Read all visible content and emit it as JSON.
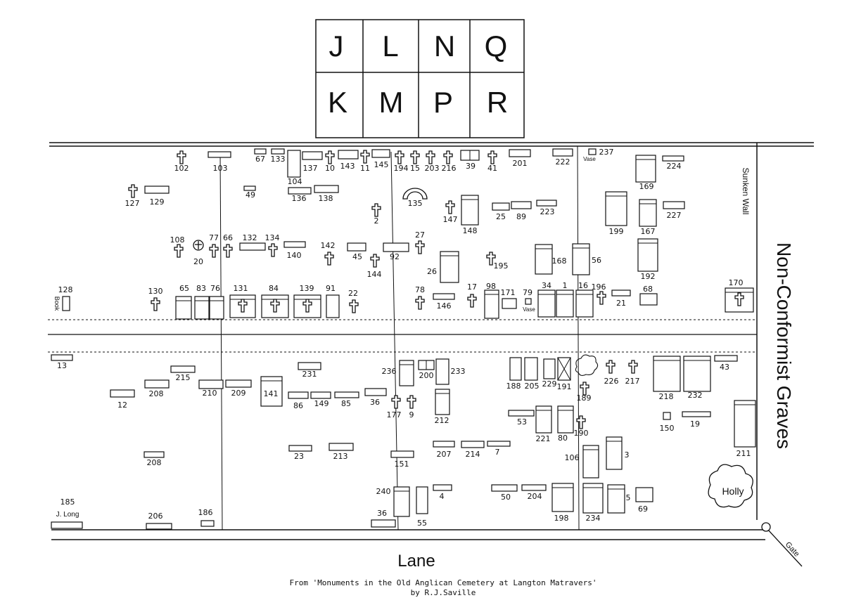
{
  "key_grid": [
    "J",
    "L",
    "N",
    "Q",
    "K",
    "M",
    "P",
    "R"
  ],
  "labels": {
    "non_conformist": "Non-Conformist Graves",
    "sunken_wall": "Sunken Wall",
    "lane": "Lane",
    "gate": "Gate",
    "holly": "Holly",
    "book": "Book",
    "vase": "Vase",
    "j_long": "J. Long"
  },
  "caption": {
    "line1": "From 'Monuments in the Old Anglican Cemetery at Langton Matravers'",
    "line2": "by R.J.Saville"
  },
  "graves": [
    {
      "n": "102",
      "k": "c"
    },
    {
      "n": "103",
      "k": "r"
    },
    {
      "n": "67",
      "k": "r"
    },
    {
      "n": "133",
      "k": "r"
    },
    {
      "n": "104",
      "k": "r"
    },
    {
      "n": "137",
      "k": "r"
    },
    {
      "n": "10",
      "k": "c"
    },
    {
      "n": "143",
      "k": "r"
    },
    {
      "n": "11",
      "k": "c"
    },
    {
      "n": "145",
      "k": "r"
    },
    {
      "n": "194",
      "k": "c"
    },
    {
      "n": "15",
      "k": "c"
    },
    {
      "n": "203",
      "k": "c"
    },
    {
      "n": "216",
      "k": "c"
    },
    {
      "n": "39",
      "k": "r"
    },
    {
      "n": "41",
      "k": "c"
    },
    {
      "n": "201",
      "k": "r"
    },
    {
      "n": "222",
      "k": "r"
    },
    {
      "n": "237",
      "k": "r"
    },
    {
      "n": "224",
      "k": "r"
    },
    {
      "n": "127",
      "k": "c"
    },
    {
      "n": "129",
      "k": "r"
    },
    {
      "n": "49",
      "k": "r"
    },
    {
      "n": "136",
      "k": "r"
    },
    {
      "n": "138",
      "k": "r"
    },
    {
      "n": "2",
      "k": "c"
    },
    {
      "n": "135",
      "k": "a"
    },
    {
      "n": "147",
      "k": "c"
    },
    {
      "n": "148",
      "k": "r"
    },
    {
      "n": "25",
      "k": "r"
    },
    {
      "n": "89",
      "k": "r"
    },
    {
      "n": "223",
      "k": "r"
    },
    {
      "n": "169",
      "k": "r"
    },
    {
      "n": "199",
      "k": "r"
    },
    {
      "n": "167",
      "k": "r"
    },
    {
      "n": "227",
      "k": "r"
    },
    {
      "n": "108",
      "k": "c"
    },
    {
      "n": "20",
      "k": "o"
    },
    {
      "n": "77",
      "k": "c"
    },
    {
      "n": "66",
      "k": "c"
    },
    {
      "n": "132",
      "k": "r"
    },
    {
      "n": "134",
      "k": "c"
    },
    {
      "n": "140",
      "k": "r"
    },
    {
      "n": "142",
      "k": "c"
    },
    {
      "n": "45",
      "k": "r"
    },
    {
      "n": "144",
      "k": "c"
    },
    {
      "n": "92",
      "k": "r"
    },
    {
      "n": "27",
      "k": "c"
    },
    {
      "n": "26",
      "k": "r"
    },
    {
      "n": "195",
      "k": "c"
    },
    {
      "n": "168",
      "k": "r"
    },
    {
      "n": "56",
      "k": "r"
    },
    {
      "n": "192",
      "k": "r"
    },
    {
      "n": "128",
      "k": "r"
    },
    {
      "n": "130",
      "k": "c"
    },
    {
      "n": "65",
      "k": "r"
    },
    {
      "n": "83",
      "k": "r"
    },
    {
      "n": "76",
      "k": "r"
    },
    {
      "n": "131",
      "k": "r"
    },
    {
      "n": "84",
      "k": "r"
    },
    {
      "n": "139",
      "k": "r"
    },
    {
      "n": "91",
      "k": "r"
    },
    {
      "n": "22",
      "k": "c"
    },
    {
      "n": "78",
      "k": "c"
    },
    {
      "n": "146",
      "k": "r"
    },
    {
      "n": "17",
      "k": "c"
    },
    {
      "n": "98",
      "k": "r"
    },
    {
      "n": "171",
      "k": "r"
    },
    {
      "n": "79",
      "k": "r"
    },
    {
      "n": "34",
      "k": "r"
    },
    {
      "n": "1",
      "k": "r"
    },
    {
      "n": "16",
      "k": "r"
    },
    {
      "n": "196",
      "k": "c"
    },
    {
      "n": "21",
      "k": "r"
    },
    {
      "n": "68",
      "k": "r"
    },
    {
      "n": "170",
      "k": "r"
    },
    {
      "n": "13",
      "k": "r"
    },
    {
      "n": "231",
      "k": "r"
    },
    {
      "n": "215",
      "k": "r"
    },
    {
      "n": "12",
      "k": "r"
    },
    {
      "n": "208",
      "k": "r"
    },
    {
      "n": "210",
      "k": "r"
    },
    {
      "n": "209",
      "k": "r"
    },
    {
      "n": "141",
      "k": "r"
    },
    {
      "n": "86",
      "k": "r"
    },
    {
      "n": "149",
      "k": "r"
    },
    {
      "n": "85",
      "k": "r"
    },
    {
      "n": "36",
      "k": "r"
    },
    {
      "n": "236",
      "k": "r"
    },
    {
      "n": "200",
      "k": "r"
    },
    {
      "n": "233",
      "k": "r"
    },
    {
      "n": "177",
      "k": "c"
    },
    {
      "n": "9",
      "k": "c"
    },
    {
      "n": "212",
      "k": "r"
    },
    {
      "n": "188",
      "k": "r"
    },
    {
      "n": "205",
      "k": "r"
    },
    {
      "n": "229",
      "k": "r"
    },
    {
      "n": "191",
      "k": "r"
    },
    {
      "n": "189",
      "k": "c"
    },
    {
      "n": "226",
      "k": "c"
    },
    {
      "n": "217",
      "k": "c"
    },
    {
      "n": "218",
      "k": "r"
    },
    {
      "n": "232",
      "k": "r"
    },
    {
      "n": "43",
      "k": "r"
    },
    {
      "n": "53",
      "k": "r"
    },
    {
      "n": "221",
      "k": "r"
    },
    {
      "n": "80",
      "k": "r"
    },
    {
      "n": "190",
      "k": "c"
    },
    {
      "n": "150",
      "k": "r"
    },
    {
      "n": "19",
      "k": "r"
    },
    {
      "n": "211",
      "k": "r"
    },
    {
      "n": "208",
      "k": "r"
    },
    {
      "n": "23",
      "k": "r"
    },
    {
      "n": "213",
      "k": "r"
    },
    {
      "n": "151",
      "k": "r"
    },
    {
      "n": "207",
      "k": "r"
    },
    {
      "n": "214",
      "k": "r"
    },
    {
      "n": "7",
      "k": "r"
    },
    {
      "n": "106",
      "k": "r"
    },
    {
      "n": "3",
      "k": "r"
    },
    {
      "n": "240",
      "k": "r"
    },
    {
      "n": "55",
      "k": "r"
    },
    {
      "n": "4",
      "k": "r"
    },
    {
      "n": "50",
      "k": "r"
    },
    {
      "n": "204",
      "k": "r"
    },
    {
      "n": "198",
      "k": "r"
    },
    {
      "n": "234",
      "k": "r"
    },
    {
      "n": "5",
      "k": "r"
    },
    {
      "n": "69",
      "k": "r"
    },
    {
      "n": "185",
      "k": "r"
    },
    {
      "n": "206",
      "k": "r"
    },
    {
      "n": "186",
      "k": "r"
    },
    {
      "n": "36",
      "k": "r"
    }
  ]
}
